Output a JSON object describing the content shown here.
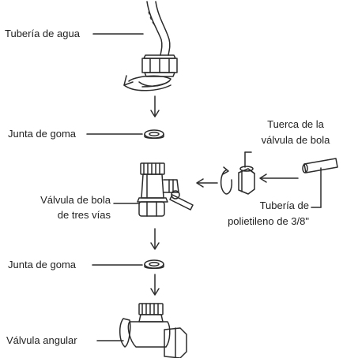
{
  "labels": {
    "water_pipe": "Tubería de agua",
    "rubber_gasket_top": "Junta de goma",
    "ball_valve_nut_line1": "Tuerca de la",
    "ball_valve_nut_line2": "válvula de bola",
    "three_way_valve_line1": "Válvula de bola",
    "three_way_valve_line2": "de tres vías",
    "pe_tubing_line1": "Tubería de",
    "pe_tubing_line2": "polietileno de 3/8\"",
    "rubber_gasket_bottom": "Junta de goma",
    "angle_valve": "Válvula angular"
  },
  "colors": {
    "stroke": "#2b2b2b",
    "text": "#222222"
  }
}
